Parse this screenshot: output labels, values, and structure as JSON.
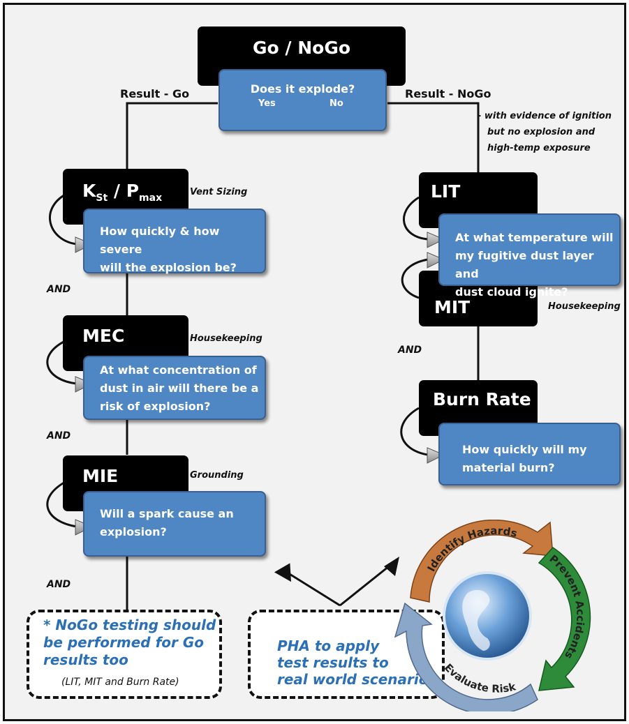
{
  "colors": {
    "box_blue": "#4f86c4",
    "box_dark": "#000000",
    "accent_text": "#2b6fb6",
    "cycle_orange": "#c87a3e",
    "cycle_green": "#2e8b3a",
    "cycle_blue": "#8aa6c8"
  },
  "top": {
    "title": "Go / NoGo",
    "question": "Does it explode?",
    "yes": "Yes",
    "no": "No",
    "result_go": "Result - Go",
    "result_nogo": "Result - NoGo",
    "nogo_note": [
      "- with evidence of ignition",
      "but no explosion and",
      "high-temp exposure"
    ]
  },
  "kst": {
    "k": "K",
    "k_sub": "St",
    "sep": " / P",
    "p_sub": "max",
    "tag": "Vent Sizing",
    "q1": "How quickly & how severe",
    "q2": "will the explosion be?"
  },
  "mec": {
    "title": "MEC",
    "tag": "Housekeeping",
    "q1": "At what concentration of",
    "q2": "dust in air will there be a",
    "q3": "risk of explosion?"
  },
  "mie": {
    "title": "MIE",
    "tag": "Grounding",
    "q1": "Will a spark cause an",
    "q2": "explosion?"
  },
  "lit": {
    "title": "LIT",
    "q1": "At what temperature will",
    "q2": "my fugitive dust layer and",
    "q3": "dust cloud ignite?"
  },
  "mit": {
    "title": "MIT",
    "tag": "Housekeeping"
  },
  "burn": {
    "title": "Burn Rate",
    "q1": "How quickly will my",
    "q2": "material burn?"
  },
  "and_label": "AND",
  "nogo_box": {
    "l1": "* NoGo testing should",
    "l2": "be performed for Go",
    "l3": "results too",
    "l4": "(LIT, MIT and Burn Rate)"
  },
  "pha_box": {
    "l1": "PHA to apply",
    "l2": "test results to",
    "l3": "real world scenarios"
  },
  "cycle": {
    "identify": "Identify Hazards",
    "prevent": "Prevent Accidents",
    "evaluate": "Evaluate Risk"
  }
}
